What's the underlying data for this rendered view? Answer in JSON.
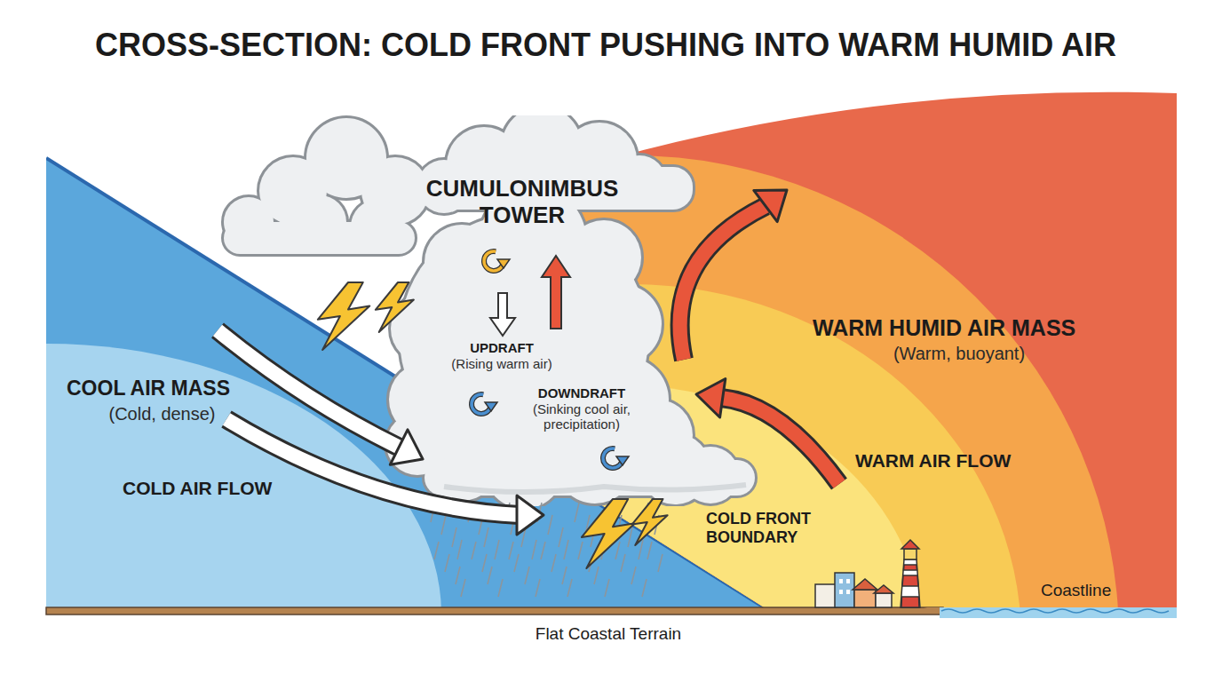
{
  "diagram": {
    "title": "CROSS-SECTION: COLD FRONT PUSHING INTO WARM HUMID AIR",
    "nodes": [
      {
        "text": [
          "COOL AIR MASS",
          "(Cold, dense)"
        ]
      },
      {
        "text": [
          "CUMULONIMBUS TOWER",
          "UPDRAFT",
          "(Rising warm air)",
          "DOWNDRAFT",
          "(Sinking cool air, precipitation)"
        ]
      },
      {
        "text": [
          "WARM HUMID AIR MASS",
          "(Warm, buoyant)"
        ]
      }
    ],
    "labels": [
      "COLD AIR FLOW",
      "WARM AIR FLOW",
      "COLD FRONT BOUNDARY",
      "Coastline",
      "Flat Coastal Terrain"
    ]
  }
}
